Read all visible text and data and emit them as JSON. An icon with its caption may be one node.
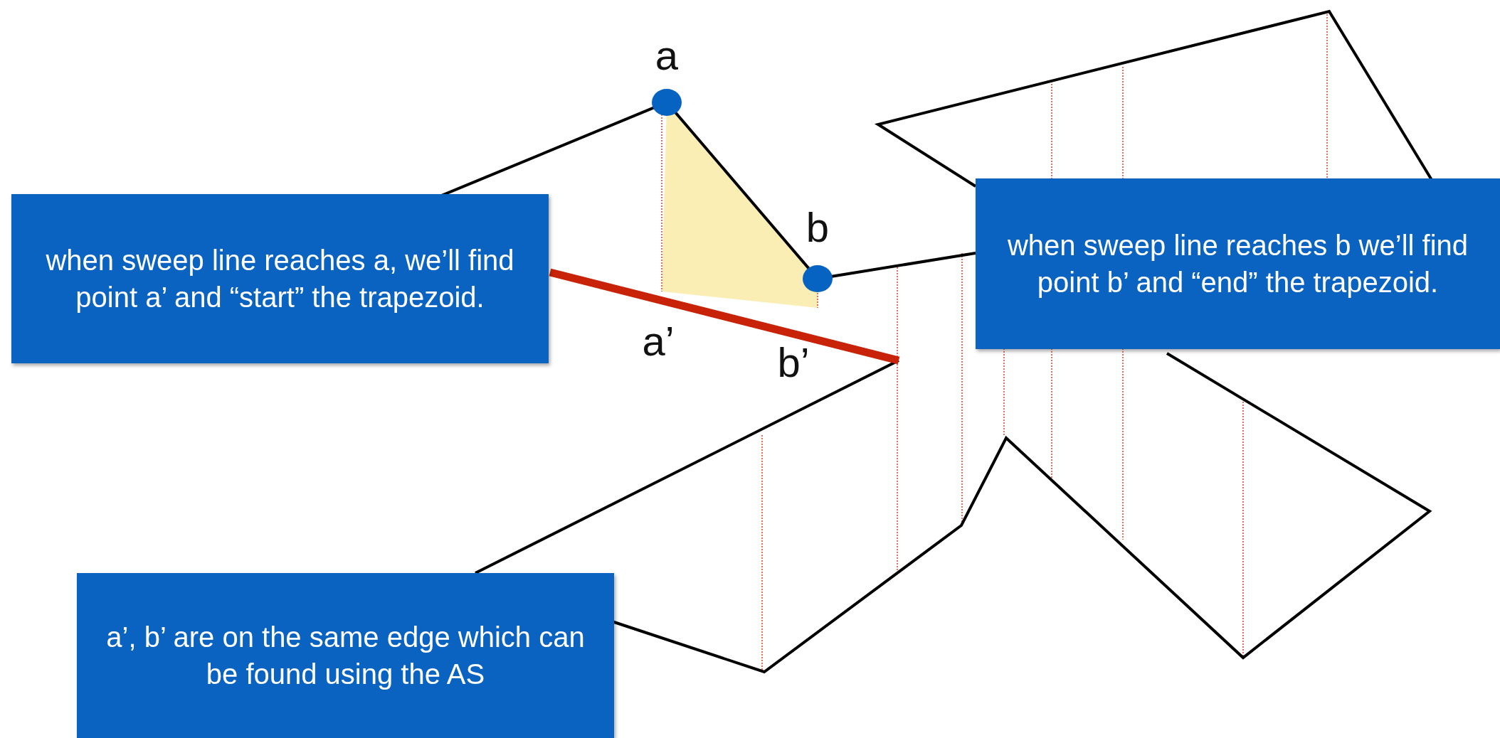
{
  "diagram": {
    "nodes": [
      {
        "text": [
          "when sweep line reaches a, we’ll find point a’ and “start” the trapezoid."
        ]
      },
      {
        "text": [
          "when sweep line reaches b we’ll find point b’ and “end” the trapezoid."
        ]
      },
      {
        "text": [
          "a’, b’ are on the same edge which can be found using the AS"
        ]
      }
    ],
    "labels": [
      "a",
      "b",
      "a’",
      "b’"
    ]
  }
}
